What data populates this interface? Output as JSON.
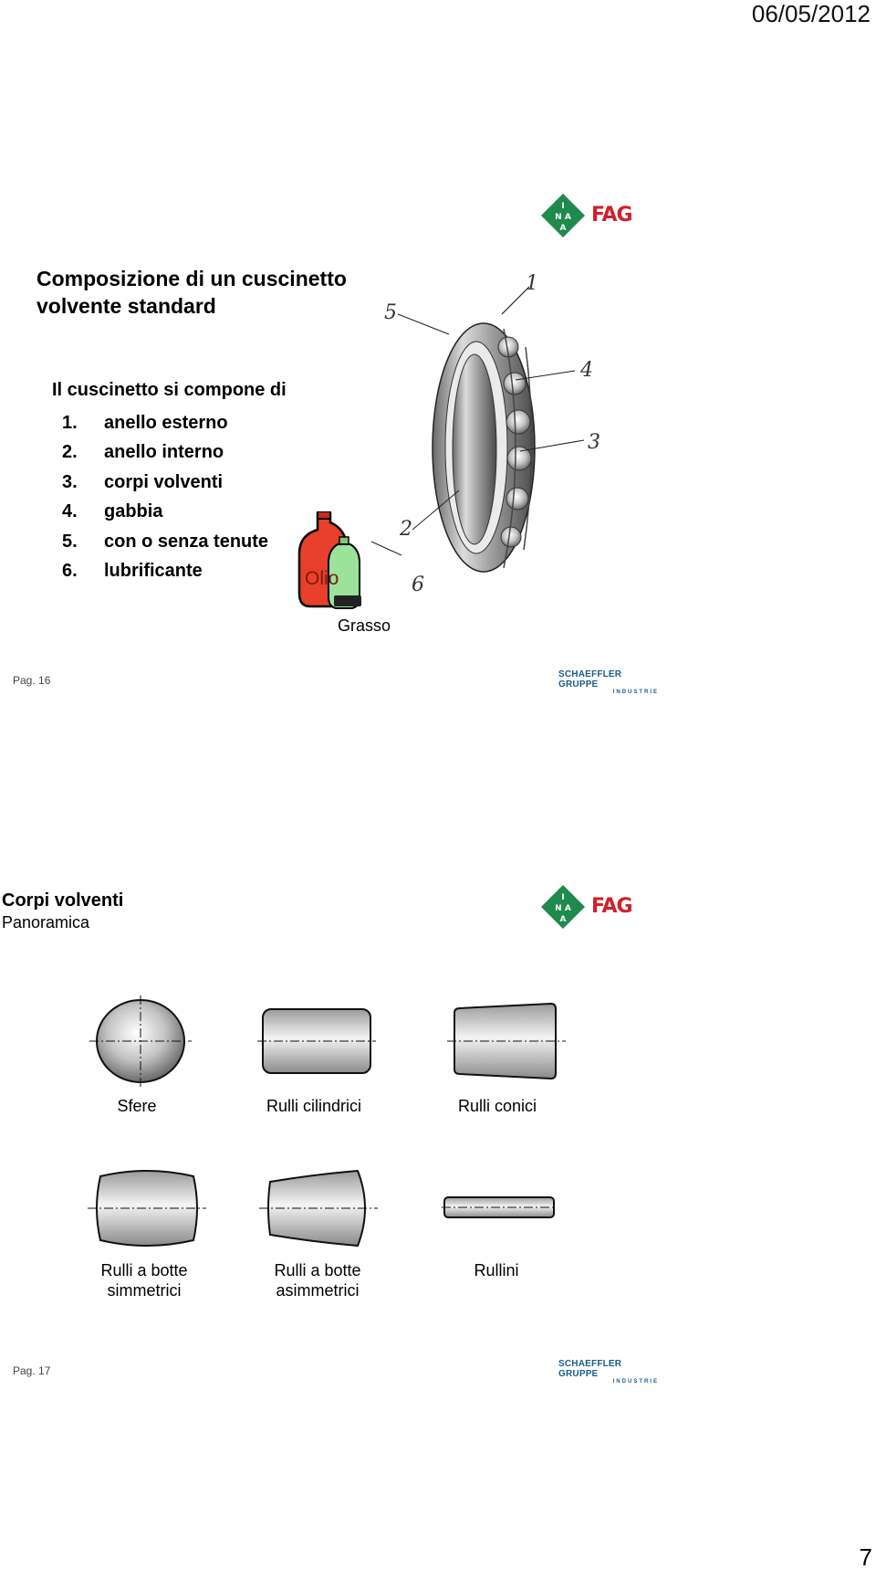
{
  "header": {
    "date": "06/05/2012"
  },
  "footer": {
    "page_number": "7"
  },
  "brand": {
    "ina_text": "INA",
    "fag_text": "FAG",
    "schaeffler_text": "SCHAEFFLER GRUPPE",
    "industrie_text": "INDUSTRIE",
    "green": "#1f8a4c",
    "red": "#d21f2b",
    "blue": "#1a5c8a"
  },
  "slide16": {
    "title_line1": "Composizione di un cuscinetto",
    "title_line2": "volvente standard",
    "intro": "Il cuscinetto si compone di",
    "items": [
      {
        "num": "1.",
        "text": "anello esterno"
      },
      {
        "num": "2.",
        "text": "anello interno"
      },
      {
        "num": "3.",
        "text": "corpi volventi"
      },
      {
        "num": "4.",
        "text": "gabbia"
      },
      {
        "num": "5.",
        "text": "con o senza tenute"
      },
      {
        "num": "6.",
        "text": "lubrificante"
      }
    ],
    "callouts": {
      "c1": "1",
      "c2": "2",
      "c3": "3",
      "c4": "4",
      "c5": "5",
      "c6": "6"
    },
    "oil_label": "Olio",
    "grease_label": "Grasso",
    "page_label": "Pag.",
    "page_num": "16",
    "oil_color": "#e8402a",
    "grease_color": "#9be39a"
  },
  "slide17": {
    "title": "Corpi volventi",
    "subtitle": "Panoramica",
    "labels": {
      "sfere": "Sfere",
      "cilindrici": "Rulli cilindrici",
      "conici": "Rulli conici",
      "botte_sim_1": "Rulli a botte",
      "botte_sim_2": "simmetrici",
      "botte_asim_1": "Rulli a botte",
      "botte_asim_2": "asimmetrici",
      "rullini": "Rullini"
    },
    "page_label": "Pag.",
    "page_num": "17"
  }
}
